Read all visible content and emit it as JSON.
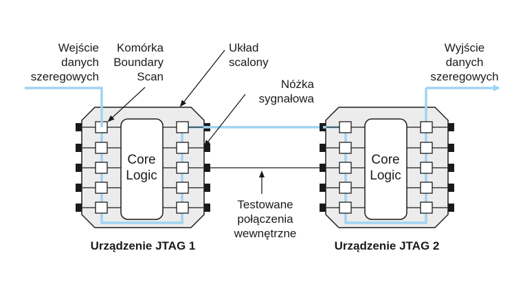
{
  "labels": {
    "input_line1": "Wejście",
    "input_line2": "danych",
    "input_line3": "szeregowych",
    "cell_line1": "Komórka",
    "cell_line2": "Boundary",
    "cell_line3": "Scan",
    "ic_line1": "Układ",
    "ic_line2": "scalony",
    "pin_line1": "Nóżka",
    "pin_line2": "sygnałowa",
    "output_line1": "Wyjście",
    "output_line2": "danych",
    "output_line3": "szeregowych",
    "tested_line1": "Testowane",
    "tested_line2": "połączenia",
    "tested_line3": "wewnętrzne"
  },
  "devices": [
    {
      "name": "Urządzenie JTAG 1",
      "core_line1": "Core",
      "core_line2": "Logic"
    },
    {
      "name": "Urządzenie JTAG 2",
      "core_line1": "Core",
      "core_line2": "Logic"
    }
  ],
  "colors": {
    "scan_path": "#9fd4f2",
    "chip_fill": "#ececec",
    "outline": "#1a1a1a"
  }
}
